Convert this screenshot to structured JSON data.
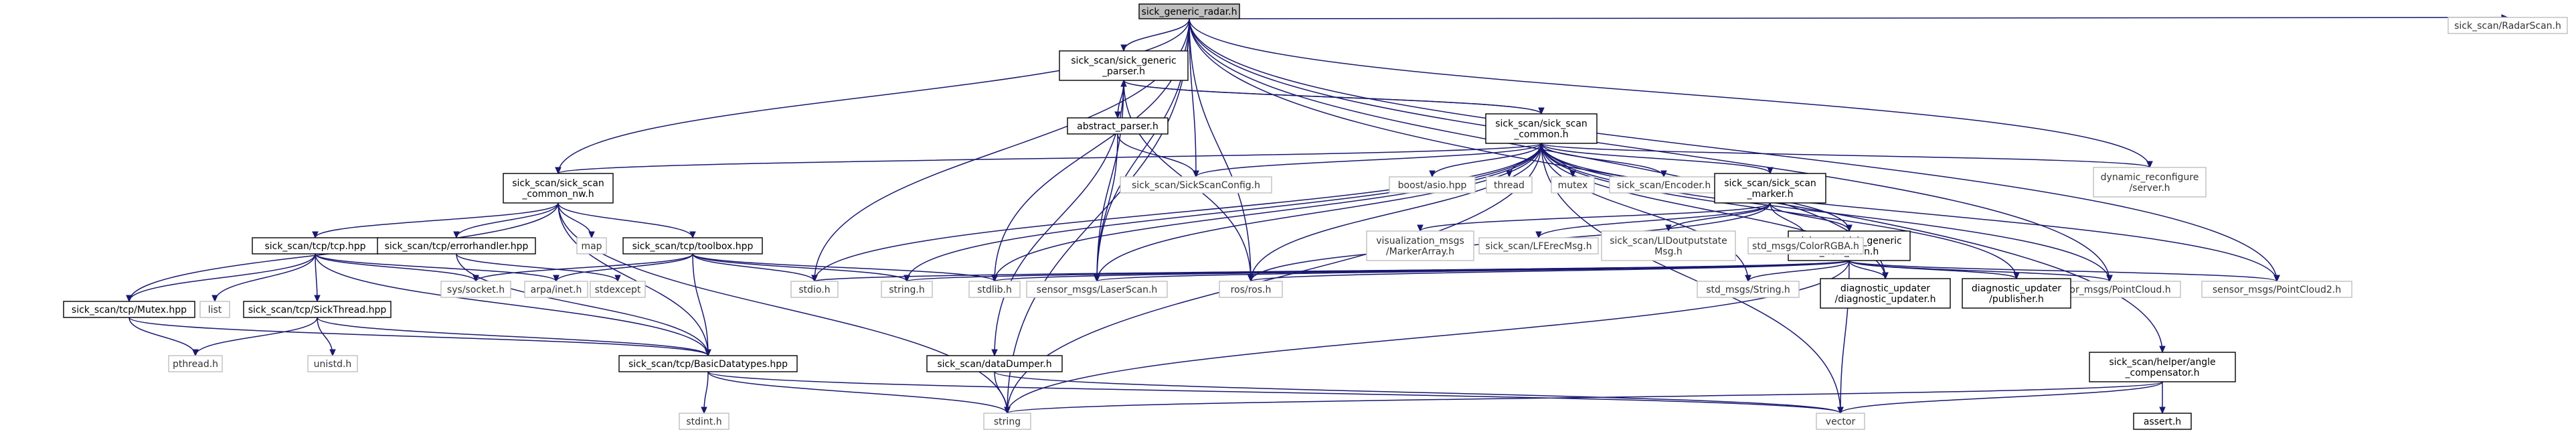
{
  "diagram": {
    "kind": "include-dependency-graph",
    "colors": {
      "edge": "#191970",
      "root_fill": "#bfbfbf",
      "border": "#000000",
      "plain_border": "#bfbfbf"
    },
    "nodes": [
      {
        "id": "root",
        "lines": [
          "sick_generic_radar.h"
        ],
        "style": "root"
      },
      {
        "id": "string",
        "lines": [
          "string"
        ],
        "style": "plain"
      },
      {
        "id": "scan_common_nw",
        "lines": [
          "sick_scan/sick_scan",
          "_common_nw.h"
        ],
        "style": "link"
      },
      {
        "id": "generic_parser",
        "lines": [
          "sick_scan/sick_generic",
          "_parser.h"
        ],
        "style": "link"
      },
      {
        "id": "stdio",
        "lines": [
          "stdio.h"
        ],
        "style": "plain"
      },
      {
        "id": "stdlib",
        "lines": [
          "stdlib.h"
        ],
        "style": "plain"
      },
      {
        "id": "laserscan",
        "lines": [
          "sensor_msgs/LaserScan.h"
        ],
        "style": "plain"
      },
      {
        "id": "rosros",
        "lines": [
          "ros/ros.h"
        ],
        "style": "plain"
      },
      {
        "id": "sickscanconfig",
        "lines": [
          "sick_scan/SickScanConfig.h"
        ],
        "style": "plain"
      },
      {
        "id": "dyn_reconf",
        "lines": [
          "dynamic_reconfigure",
          "/server.h"
        ],
        "style": "plain"
      },
      {
        "id": "diag_updater",
        "lines": [
          "diagnostic_updater",
          "/diagnostic_updater.h"
        ],
        "style": "link"
      },
      {
        "id": "pointcloud",
        "lines": [
          "sensor_msgs/PointCloud.h"
        ],
        "style": "plain"
      },
      {
        "id": "pointcloud2",
        "lines": [
          "sensor_msgs/PointCloud2.h"
        ],
        "style": "plain"
      },
      {
        "id": "angle_comp",
        "lines": [
          "sick_scan/helper/angle",
          "_compensator.h"
        ],
        "style": "link"
      },
      {
        "id": "radarscan",
        "lines": [
          "sick_scan/RadarScan.h"
        ],
        "style": "plain"
      },
      {
        "id": "abstract_parser",
        "lines": [
          "abstract_parser.h"
        ],
        "style": "link"
      },
      {
        "id": "scan_common",
        "lines": [
          "sick_scan/sick_scan",
          "_common.h"
        ],
        "style": "link"
      },
      {
        "id": "datadumper",
        "lines": [
          "sick_scan/dataDumper.h"
        ],
        "style": "link"
      },
      {
        "id": "tcp_hpp",
        "lines": [
          "sick_scan/tcp/tcp.hpp"
        ],
        "style": "link"
      },
      {
        "id": "errorhandler",
        "lines": [
          "sick_scan/tcp/errorhandler.hpp"
        ],
        "style": "link"
      },
      {
        "id": "map",
        "lines": [
          "map"
        ],
        "style": "plain"
      },
      {
        "id": "toolbox",
        "lines": [
          "sick_scan/tcp/toolbox.hpp"
        ],
        "style": "link"
      },
      {
        "id": "mutex_hpp",
        "lines": [
          "sick_scan/tcp/Mutex.hpp"
        ],
        "style": "link"
      },
      {
        "id": "basicdatatypes",
        "lines": [
          "sick_scan/tcp/BasicDatatypes.hpp"
        ],
        "style": "link"
      },
      {
        "id": "list",
        "lines": [
          "list"
        ],
        "style": "plain"
      },
      {
        "id": "sickthread",
        "lines": [
          "sick_scan/tcp/SickThread.hpp"
        ],
        "style": "link"
      },
      {
        "id": "syssocket",
        "lines": [
          "sys/socket.h"
        ],
        "style": "plain"
      },
      {
        "id": "arpainet",
        "lines": [
          "arpa/inet.h"
        ],
        "style": "plain"
      },
      {
        "id": "pthread",
        "lines": [
          "pthread.h"
        ],
        "style": "plain"
      },
      {
        "id": "unistd",
        "lines": [
          "unistd.h"
        ],
        "style": "plain"
      },
      {
        "id": "stdint",
        "lines": [
          "stdint.h"
        ],
        "style": "plain"
      },
      {
        "id": "stdexcept",
        "lines": [
          "stdexcept"
        ],
        "style": "plain"
      },
      {
        "id": "stringh",
        "lines": [
          "string.h"
        ],
        "style": "plain"
      },
      {
        "id": "boost_asio",
        "lines": [
          "boost/asio.hpp"
        ],
        "style": "plain"
      },
      {
        "id": "thread",
        "lines": [
          "thread"
        ],
        "style": "plain"
      },
      {
        "id": "mutex",
        "lines": [
          "mutex"
        ],
        "style": "plain"
      },
      {
        "id": "encoder",
        "lines": [
          "sick_scan/Encoder.h"
        ],
        "style": "plain"
      },
      {
        "id": "scan_marker",
        "lines": [
          "sick_scan/sick_scan",
          "_marker.h"
        ],
        "style": "link"
      },
      {
        "id": "field_mon",
        "lines": [
          "sick_scan/sick_generic",
          "_field_mon.h"
        ],
        "style": "link"
      },
      {
        "id": "std_string",
        "lines": [
          "std_msgs/String.h"
        ],
        "style": "plain"
      },
      {
        "id": "diag_publisher",
        "lines": [
          "diagnostic_updater",
          "/publisher.h"
        ],
        "style": "link"
      },
      {
        "id": "vector",
        "lines": [
          "vector"
        ],
        "style": "plain"
      },
      {
        "id": "markerarray",
        "lines": [
          "visualization_msgs",
          "/MarkerArray.h"
        ],
        "style": "plain"
      },
      {
        "id": "liferec",
        "lines": [
          "sick_scan/LFErecMsg.h"
        ],
        "style": "plain"
      },
      {
        "id": "lidoutput",
        "lines": [
          "sick_scan/LIDoutputstate",
          "Msg.h"
        ],
        "style": "plain"
      },
      {
        "id": "colorrgba",
        "lines": [
          "std_msgs/ColorRGBA.h"
        ],
        "style": "plain"
      },
      {
        "id": "asserth",
        "lines": [
          "assert.h"
        ],
        "style": "link"
      }
    ],
    "edges": [
      [
        "root",
        "string"
      ],
      [
        "root",
        "scan_common_nw"
      ],
      [
        "root",
        "generic_parser"
      ],
      [
        "root",
        "stdio"
      ],
      [
        "root",
        "stdlib"
      ],
      [
        "root",
        "laserscan"
      ],
      [
        "root",
        "rosros"
      ],
      [
        "root",
        "sickscanconfig"
      ],
      [
        "root",
        "dyn_reconf"
      ],
      [
        "root",
        "diag_updater"
      ],
      [
        "root",
        "pointcloud"
      ],
      [
        "root",
        "pointcloud2"
      ],
      [
        "root",
        "angle_comp"
      ],
      [
        "root",
        "radarscan"
      ],
      [
        "generic_parser",
        "abstract_parser"
      ],
      [
        "generic_parser",
        "scan_common"
      ],
      [
        "generic_parser",
        "datadumper"
      ],
      [
        "generic_parser",
        "laserscan"
      ],
      [
        "generic_parser",
        "rosros"
      ],
      [
        "abstract_parser",
        "sickscanconfig"
      ],
      [
        "abstract_parser",
        "laserscan"
      ],
      [
        "scan_common",
        "generic_parser"
      ],
      [
        "scan_common",
        "scan_common_nw"
      ],
      [
        "scan_common",
        "sickscanconfig"
      ],
      [
        "scan_common",
        "boost_asio"
      ],
      [
        "scan_common",
        "thread"
      ],
      [
        "scan_common",
        "mutex"
      ],
      [
        "scan_common",
        "encoder"
      ],
      [
        "scan_common",
        "scan_marker"
      ],
      [
        "scan_common",
        "dyn_reconf"
      ],
      [
        "scan_common",
        "field_mon"
      ],
      [
        "scan_common",
        "stdio"
      ],
      [
        "scan_common",
        "stdlib"
      ],
      [
        "scan_common",
        "stringh"
      ],
      [
        "scan_common",
        "laserscan"
      ],
      [
        "scan_common",
        "rosros"
      ],
      [
        "scan_common",
        "string"
      ],
      [
        "scan_common",
        "std_string"
      ],
      [
        "scan_common",
        "diag_updater"
      ],
      [
        "scan_common",
        "diag_publisher"
      ],
      [
        "scan_common",
        "pointcloud"
      ],
      [
        "scan_common",
        "pointcloud2"
      ],
      [
        "scan_common",
        "vector"
      ],
      [
        "scan_common_nw",
        "tcp_hpp"
      ],
      [
        "scan_common_nw",
        "errorhandler"
      ],
      [
        "scan_common_nw",
        "map"
      ],
      [
        "scan_common_nw",
        "toolbox"
      ],
      [
        "scan_common_nw",
        "mutex_hpp"
      ],
      [
        "scan_common_nw",
        "basicdatatypes"
      ],
      [
        "scan_common_nw",
        "string"
      ],
      [
        "tcp_hpp",
        "mutex_hpp"
      ],
      [
        "tcp_hpp",
        "list"
      ],
      [
        "tcp_hpp",
        "sickthread"
      ],
      [
        "tcp_hpp",
        "syssocket"
      ],
      [
        "tcp_hpp",
        "arpainet"
      ],
      [
        "tcp_hpp",
        "basicdatatypes"
      ],
      [
        "errorhandler",
        "stdexcept"
      ],
      [
        "errorhandler",
        "basicdatatypes"
      ],
      [
        "toolbox",
        "syssocket"
      ],
      [
        "toolbox",
        "arpainet"
      ],
      [
        "toolbox",
        "stdio"
      ],
      [
        "toolbox",
        "stringh"
      ],
      [
        "toolbox",
        "stdlib"
      ],
      [
        "toolbox",
        "basicdatatypes"
      ],
      [
        "mutex_hpp",
        "pthread"
      ],
      [
        "mutex_hpp",
        "basicdatatypes"
      ],
      [
        "sickthread",
        "pthread"
      ],
      [
        "sickthread",
        "unistd"
      ],
      [
        "sickthread",
        "basicdatatypes"
      ],
      [
        "basicdatatypes",
        "stdint"
      ],
      [
        "basicdatatypes",
        "string"
      ],
      [
        "basicdatatypes",
        "vector"
      ],
      [
        "scan_marker",
        "markerarray"
      ],
      [
        "scan_marker",
        "liferec"
      ],
      [
        "scan_marker",
        "lidoutput"
      ],
      [
        "scan_marker",
        "colorrgba"
      ],
      [
        "scan_marker",
        "field_mon"
      ],
      [
        "scan_marker",
        "rosros"
      ],
      [
        "field_mon",
        "stdio"
      ],
      [
        "field_mon",
        "stringh"
      ],
      [
        "field_mon",
        "stdlib"
      ],
      [
        "field_mon",
        "laserscan"
      ],
      [
        "field_mon",
        "rosros"
      ],
      [
        "field_mon",
        "string"
      ],
      [
        "field_mon",
        "std_string"
      ],
      [
        "field_mon",
        "diag_updater"
      ],
      [
        "field_mon",
        "diag_publisher"
      ],
      [
        "field_mon",
        "pointcloud"
      ],
      [
        "field_mon",
        "pointcloud2"
      ],
      [
        "field_mon",
        "vector"
      ],
      [
        "datadumper",
        "string"
      ],
      [
        "datadumper",
        "vector"
      ],
      [
        "angle_comp",
        "string"
      ],
      [
        "angle_comp",
        "vector"
      ],
      [
        "angle_comp",
        "asserth"
      ]
    ]
  }
}
